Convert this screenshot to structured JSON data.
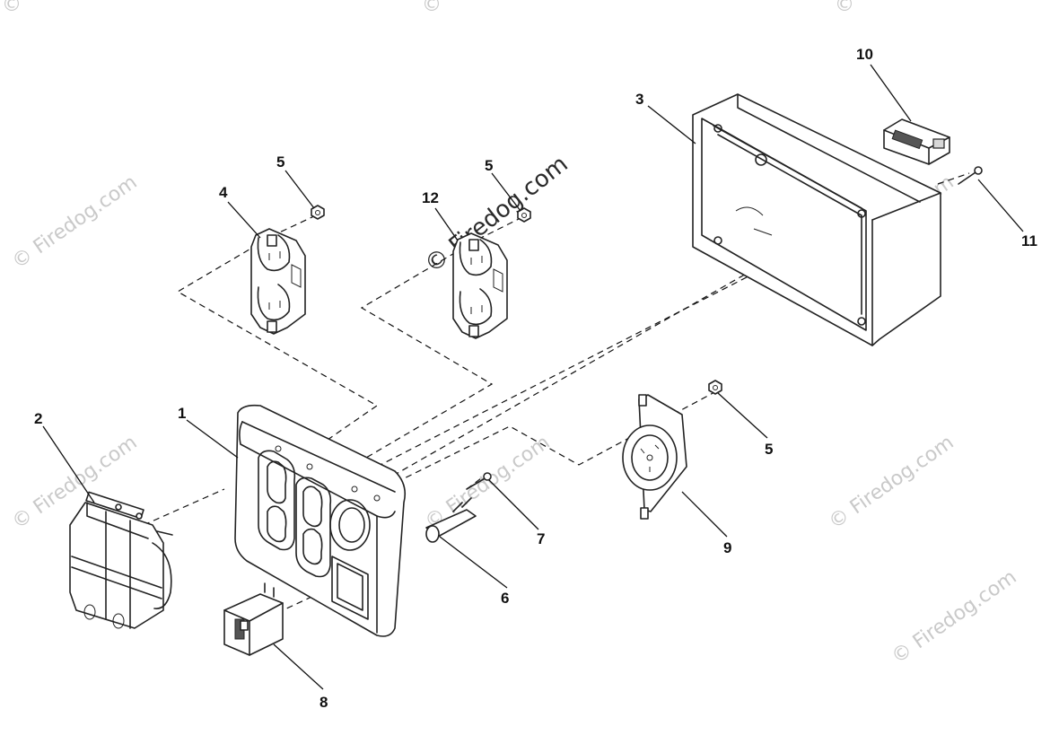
{
  "watermarks": [
    "© Firedog.com",
    "© Firedog.com",
    "© Firedog.com",
    "© Firedog.com",
    "© Firedog.com",
    "© Firedog.com",
    "©",
    "©",
    "©"
  ],
  "center_watermark": "© Firedog.com",
  "callouts": {
    "panel": "1",
    "cover": "2",
    "housing": "3",
    "outlet_left": "4",
    "nut_top_left": "5",
    "nut_top_right": "5",
    "nut_right": "5",
    "breaker_small": "6",
    "screw_small": "7",
    "switch": "8",
    "twist_lock": "9",
    "connector": "10",
    "screw_right": "11",
    "outlet_right": "12"
  }
}
